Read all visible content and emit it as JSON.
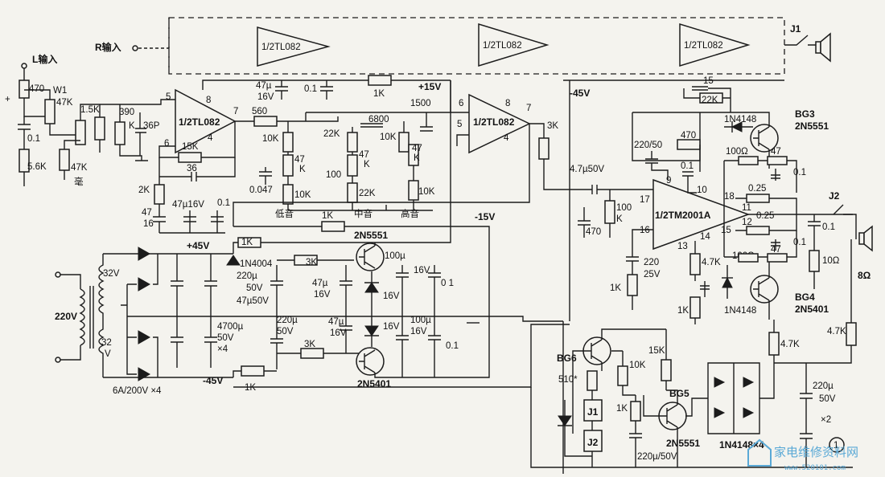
{
  "inputs": {
    "left": "L输入",
    "right": "R输入",
    "left_symbol": "+"
  },
  "opamps": {
    "u1": "1/2TL082",
    "u2": "1/2TL082",
    "r_u1": "1/2TL082",
    "r_u2": "1/2TL082",
    "r_u3": "1/2TL082",
    "power_ic": "1/2TM2001A"
  },
  "pin_numbers": {
    "u1_p5": "5",
    "u1_p6": "6",
    "u1_p7": "7",
    "u1_p8": "8",
    "u1_p4": "4",
    "u2_p6": "6",
    "u2_p5": "5",
    "u2_p7": "7",
    "u2_p8": "8",
    "u2_p4": "4",
    "ic_p17": "17",
    "ic_p16": "16",
    "ic_p9": "9",
    "ic_p10": "10",
    "ic_p11": "11",
    "ic_p18": "18",
    "ic_p12": "12",
    "ic_p13": "13",
    "ic_p14": "14",
    "ic_p15": "15"
  },
  "rails": {
    "p15": "+15V",
    "n15": "-15V",
    "n45_top": "-45V",
    "p45": "+45V",
    "n45_bot": "-45V"
  },
  "input_stage": {
    "c470": "470",
    "w1": "W1",
    "w1_val": "47K",
    "c01": "0.1",
    "r56k": "5.6K",
    "r15k": "1.5K",
    "r390": "390",
    "r390k": "K",
    "c36p": "36P",
    "pot47k": "47K",
    "pot_mark": "毫"
  },
  "feedback": {
    "r15k": "15K",
    "c36": "36",
    "r2k": "2K",
    "c47_16": "47",
    "c47_16b": "16",
    "c47u16v": "47µ16V",
    "c01": "0.1"
  },
  "tone": {
    "c47u": "47µ",
    "c47u_v": "16V",
    "c01": "0.1",
    "r1k_top": "1K",
    "r560": "560",
    "c1500": "1500",
    "c6800": "6800",
    "r10k_a": "10K",
    "pot47_a": "47",
    "pot47_a_k": "K",
    "c0047": "0.047",
    "r10k_b": "10K",
    "r22k_a": "22K",
    "pot47_b": "47",
    "pot47_b_k": "K",
    "c100": "100",
    "r22k_b": "22K",
    "r10k_c": "10K",
    "pot47_c": "47",
    "pot47_c_k": "K",
    "r10k_d": "10K",
    "bass": "低音",
    "mid": "中音",
    "treble": "高音",
    "r1k_bot": "1K"
  },
  "amp_stage": {
    "r3k": "3K",
    "c47u50v": "4.7µ50V",
    "r100k_a": "100",
    "r100k_b": "K",
    "c470": "470",
    "c220_25": "220",
    "c220_25v": "25V",
    "r1k": "1K",
    "c220_50": "220/50",
    "r470": "470",
    "c01": "0.1",
    "c15": "15",
    "r22k": "22K",
    "d1n4148_top": "1N4148",
    "bg3": "BG3",
    "bg3_type": "2N5551",
    "r100a": "100Ω",
    "r47a": "47",
    "c01a": "0.1",
    "r025a": "0.25",
    "r025b": "0.25",
    "c01b": "0.1",
    "r100b": "100Ω",
    "r47b": "47",
    "r47k": "4.7K",
    "r1k_b": "1K",
    "d1n4148_bot": "1N4148",
    "bg4": "BG4",
    "bg4_type": "2N5401",
    "j1": "J1",
    "j2": "J2",
    "c01_out": "0.1",
    "r10": "10Ω",
    "spk": "8Ω"
  },
  "power_supply": {
    "v220": "220V",
    "v32a": "32V",
    "v32b": "32",
    "v32b_v": "V",
    "diodes": "6A/200V ×4",
    "r1k_top": "1K",
    "d1n4004": "1N4004",
    "c220u": "220µ",
    "c220u_v": "50V",
    "c47u50v": "47µ50V",
    "c4700": "4700µ",
    "c4700_v": "50V",
    "c4700_x": "×4",
    "c220u50v": "220µ",
    "c220u50v_v": "50V",
    "r3k_top": "3K",
    "c47u_top": "47µ",
    "c47u_top_v": "16V",
    "q_top": "2N5551",
    "c100u_top": "100µ",
    "c100u_top_v": "16V",
    "c01_top": "0 1",
    "z16_top": "16V",
    "z16_bot": "16V",
    "c47u_bot": "47µ",
    "c47u_bot_v": "16V",
    "c100u_bot": "100µ",
    "c100u_bot_v": "16V",
    "c01_bot": "0.1",
    "r3k_bot": "3K",
    "q_bot": "2N5401",
    "r1k_bot": "1K"
  },
  "protection": {
    "bg6": "BG6",
    "r510": "510*",
    "j1": "J1",
    "j2": "J2",
    "r15k": "15K",
    "r10k": "10K",
    "r1k": "1K",
    "bg5": "BG5",
    "bg5_type": "2N5551",
    "c220u50v": "220µ/50V",
    "bridge": "1N4148×4",
    "r47k_a": "4.7K",
    "r47k_b": "4.7K",
    "c220u": "220µ",
    "c220u_v": "50V",
    "c220u_x": "×2",
    "circle": "1"
  },
  "watermark": {
    "cn": "家电维修资料网",
    "url": "www.520101.com"
  }
}
